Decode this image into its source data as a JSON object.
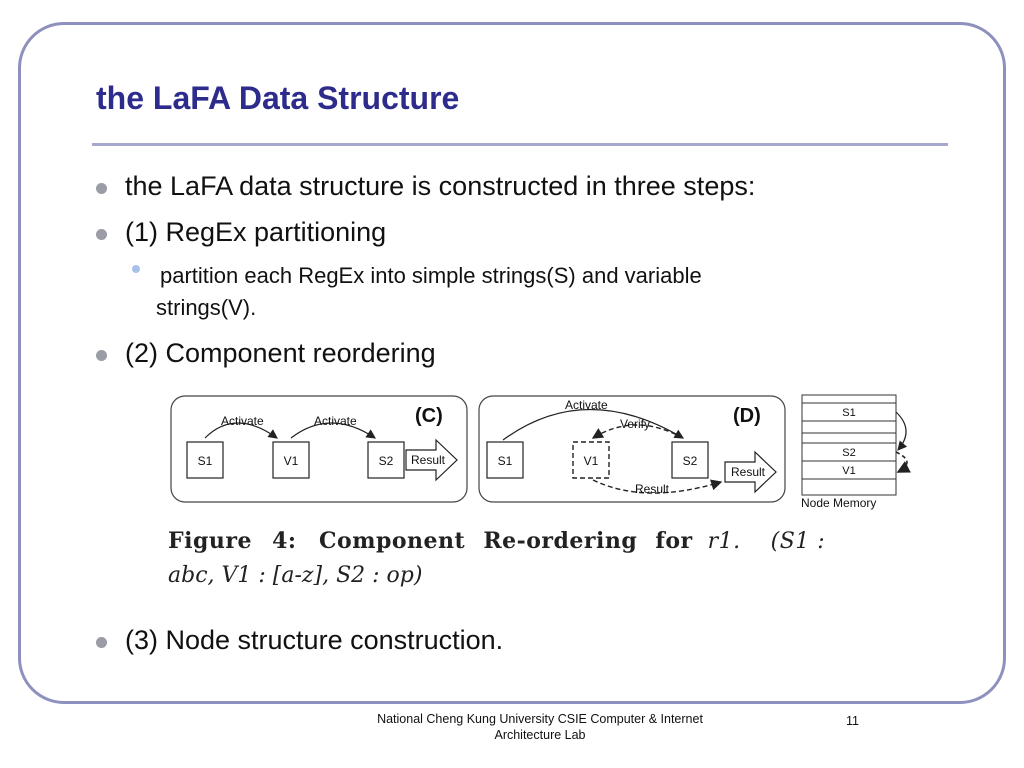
{
  "slide": {
    "title": "the LaFA Data Structure",
    "bullets": [
      "the LaFA data structure is constructed in three steps:",
      "(1) RegEx partitioning",
      "(2) Component reordering",
      "(3) Node structure construction."
    ],
    "sub_bullet": {
      "line1": "partition each RegEx into simple strings(S) and variable",
      "line2": "strings(V)."
    }
  },
  "figure": {
    "panel_c": {
      "label": "(C)",
      "arrows": [
        "Activate",
        "Activate"
      ],
      "nodes": [
        "S1",
        "V1",
        "S2"
      ],
      "result": "Result"
    },
    "panel_d": {
      "label": "(D)",
      "arrows": [
        "Activate",
        "Verify",
        "Result"
      ],
      "nodes": [
        "S1",
        "V1",
        "S2"
      ],
      "result": "Result"
    },
    "node_memory": {
      "cells": [
        "S1",
        "S2",
        "V1"
      ],
      "label": "Node Memory"
    },
    "caption": {
      "label": "Figure 4:",
      "text": "Component Re-ordering for",
      "math_r": "r1.",
      "line1_tail": "(S1 :",
      "line2": "abc, V1 : [a-z], S2 : op)"
    }
  },
  "footer": {
    "line1": "National Cheng Kung University CSIE Computer & Internet",
    "line2": "Architecture Lab",
    "page": "11"
  }
}
